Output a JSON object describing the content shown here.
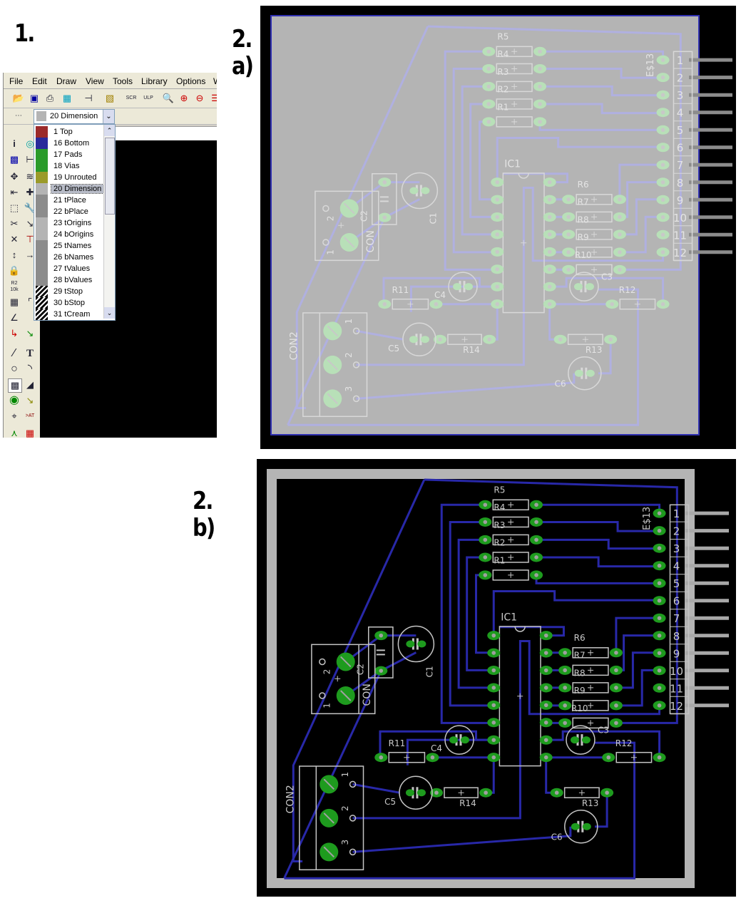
{
  "steps": {
    "one": "1.",
    "two_a": "2.\na)",
    "two_b": "2.\nb)"
  },
  "menu": [
    "File",
    "Edit",
    "Draw",
    "View",
    "Tools",
    "Library",
    "Options",
    "W"
  ],
  "layer_select": {
    "selected": "20 Dimension",
    "color": "#b4b4b4"
  },
  "layers": [
    {
      "label": "1 Top",
      "color": "#9b2a2a"
    },
    {
      "label": "16 Bottom",
      "color": "#2a2a9b"
    },
    {
      "label": "17 Pads",
      "color": "#2a9b2a"
    },
    {
      "label": "18 Vias",
      "color": "#2a9b2a"
    },
    {
      "label": "19 Unrouted",
      "color": "#9b9b2a"
    },
    {
      "label": "20 Dimension",
      "color": "#b4b4b4",
      "selected": true
    },
    {
      "label": "21 tPlace",
      "color": "#8c8c8c"
    },
    {
      "label": "22 bPlace",
      "color": "#8c8c8c"
    },
    {
      "label": "23 tOrigins",
      "color": "#b4b4b4"
    },
    {
      "label": "24 bOrigins",
      "color": "#b4b4b4"
    },
    {
      "label": "25 tNames",
      "color": "#8c8c8c"
    },
    {
      "label": "26 bNames",
      "color": "#8c8c8c"
    },
    {
      "label": "27 tValues",
      "color": "#8c8c8c"
    },
    {
      "label": "28 bValues",
      "color": "#8c8c8c"
    },
    {
      "label": "29 tStop",
      "color": "hatch"
    },
    {
      "label": "30 bStop",
      "color": "hatch"
    },
    {
      "label": "31 tCream",
      "color": "hatch"
    }
  ],
  "toolbar_icons": [
    "open-icon",
    "save-icon",
    "print-icon",
    "cam-icon",
    "schematic-icon",
    "library-icon",
    "script-icon",
    "ulp-icon",
    "zoom-fit-icon",
    "zoom-in-icon",
    "zoom-out-icon",
    "redraw-icon"
  ],
  "toolbar_text": {
    "scr": "SCR",
    "ulp": "ULP"
  },
  "sidetool_text": {
    "text_tool": "T",
    "value_tool": "R2",
    "value_sub": "10k",
    "attr_tool": ">AT"
  },
  "board": {
    "labels": {
      "R1": "R1",
      "R2": "R2",
      "R3": "R3",
      "R4": "R4",
      "R5": "R5",
      "R6": "R6",
      "R7": "R7",
      "R8": "R8",
      "R9": "R9",
      "R10": "R10",
      "R11": "R11",
      "R12": "R12",
      "R13": "R13",
      "R14": "R14",
      "C1": "C1",
      "C2": "C2",
      "C3": "C3",
      "C4": "C4",
      "C5": "C5",
      "C6": "C6",
      "IC1": "IC1",
      "CON": "CON",
      "CON2": "CON2",
      "HEADER": "E$13"
    },
    "header_pins": [
      "1",
      "2",
      "3",
      "4",
      "5",
      "6",
      "7",
      "8",
      "9",
      "10",
      "11",
      "12"
    ],
    "con_pins": [
      "1",
      "2"
    ],
    "con2_pins": [
      "1",
      "2",
      "3"
    ]
  },
  "themes": {
    "a": {
      "bg": "#000000",
      "board": "#b4b4b4",
      "outline": "#3030b0",
      "trace": "#b0b0e0",
      "pad": "#b8e0b8",
      "hole": "#c8c8c8",
      "silk": "#d8d8d8",
      "text": "#e4e4e4",
      "pin": "#8c8c8c"
    },
    "b": {
      "bg": "#000000",
      "board": "#000000",
      "outline": "#3030b0",
      "trace": "#2828a8",
      "pad": "#1e9b1e",
      "hole": "#a0a0a0",
      "silk": "#c4c4c4",
      "text": "#c8c8c8",
      "pin": "#a8a8a8"
    }
  }
}
